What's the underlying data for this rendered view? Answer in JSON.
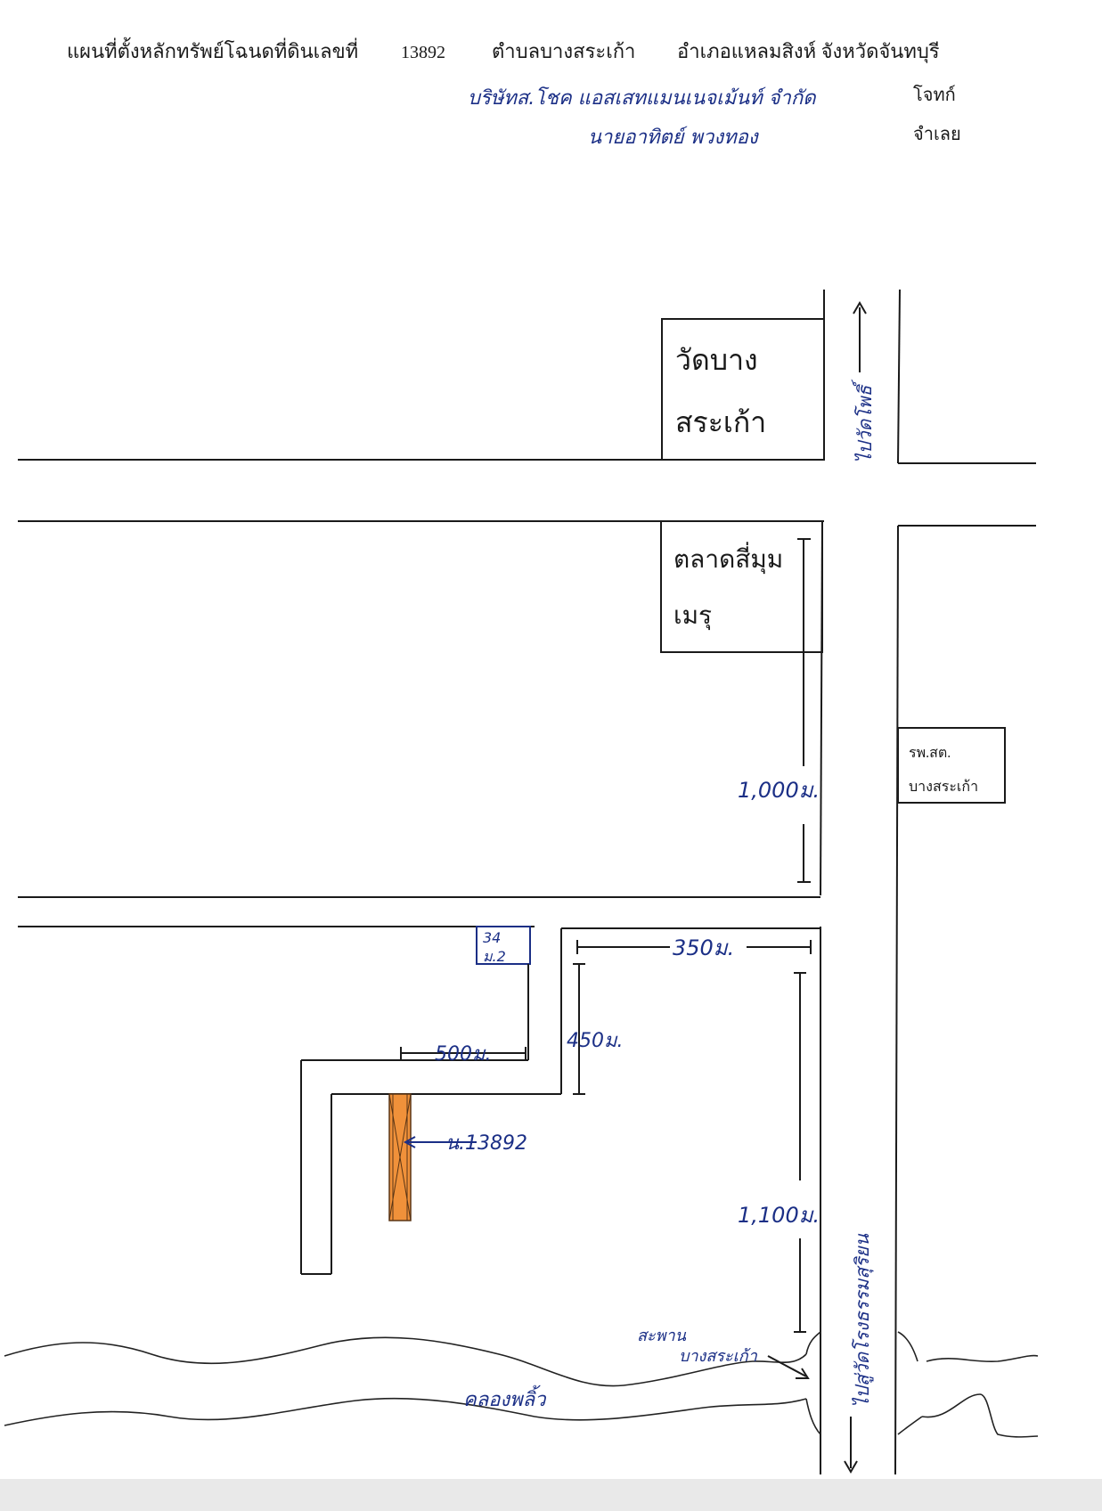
{
  "header": {
    "title": "แผนที่ตั้งหลักทรัพย์โฉนดที่ดินเลขที่",
    "deed_no": "13892",
    "subdistrict": "ตำบลบางสระเก้า",
    "district_province": "อำเภอแหลมสิงห์ จังหวัดจันทบุรี",
    "plaintiff_name": "บริษัทส.โชค แอสเสทแมนเนจเม้นท์ จำกัด",
    "plaintiff_role": "โจทก์",
    "defendant_name": "นายอาทิตย์ พวงทอง",
    "defendant_role": "จำเลย"
  },
  "landmarks": {
    "temple": {
      "line1": "วัดบาง",
      "line2": "สระเก้า"
    },
    "market": {
      "line1": "ตลาดสี่มุม",
      "line2": "เมรุ"
    },
    "hospital": {
      "line1": "รพ.สต.",
      "line2": "บางสระเก้า"
    },
    "lot_marker": {
      "line1": "34",
      "line2": "ม.2"
    },
    "parcel_label": "น.13892",
    "bridge": {
      "line1": "สะพาน",
      "line2": "บางสระเก้า"
    },
    "canal": "คลองพลิ้ว",
    "road_north": "ไปวัดโพธิ์",
    "road_south": "ไปสู่วัดโรงธรรมสุริยน"
  },
  "distances": {
    "d1000": "1,000ม.",
    "d350": "350ม.",
    "d450": "450ม.",
    "d500": "500ม.",
    "d1100": "1,100ม."
  },
  "colors": {
    "ink_blue": "#1b2f86",
    "parcel_orange": "#f0913a"
  }
}
